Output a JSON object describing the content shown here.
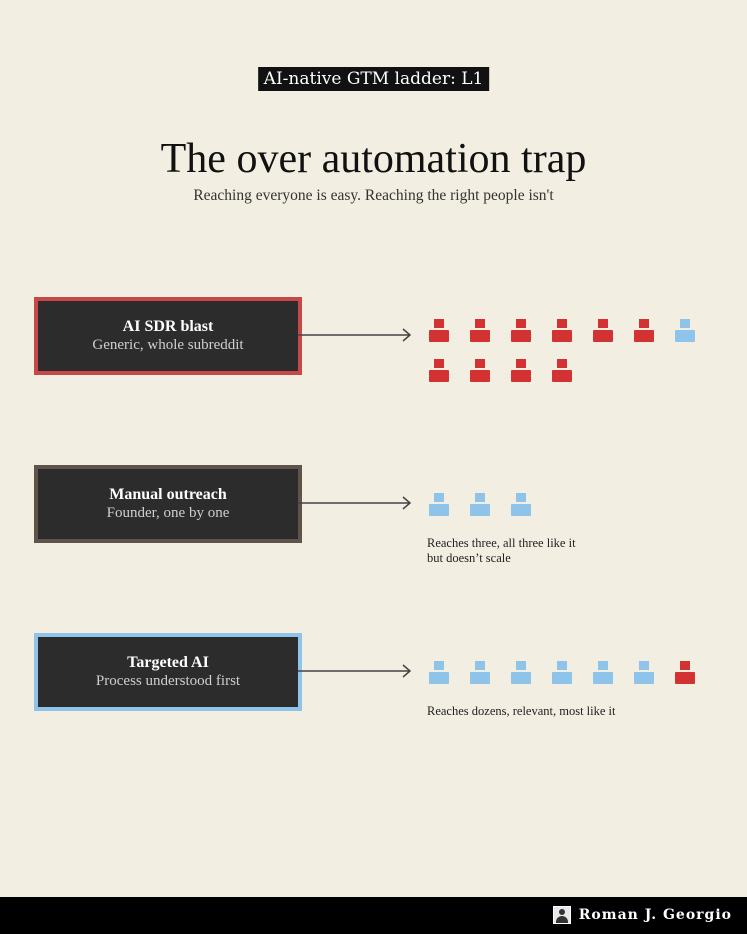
{
  "header": {
    "tag": "AI-native GTM ladder: L1",
    "title": "The over automation trap",
    "subtitle": "Reaching everyone is easy. Reaching the right people isn't"
  },
  "colors": {
    "background": "#f2eee2",
    "box_fill": "#2c2c2c",
    "red": "#d23232",
    "blue": "#8ec4ea",
    "border_red": "#c84848",
    "border_brown": "#5e544a",
    "border_blue": "#8ec4ea"
  },
  "rows": [
    {
      "title": "AI SDR blast",
      "description": "Generic, whole subreddit",
      "border_color": "#c84848",
      "people": [
        "red",
        "red",
        "red",
        "red",
        "red",
        "red",
        "blue",
        "red",
        "red",
        "red",
        "red"
      ],
      "note": [
        "",
        ""
      ]
    },
    {
      "title": "Manual outreach",
      "description": "Founder, one by one",
      "border_color": "#5e544a",
      "people": [
        "blue",
        "blue",
        "blue"
      ],
      "note": [
        "Reaches three, all three like it",
        "but doesn’t scale"
      ]
    },
    {
      "title": "Targeted AI",
      "description": "Process understood first",
      "border_color": "#8ec4ea",
      "people": [
        "blue",
        "blue",
        "blue",
        "blue",
        "blue",
        "blue",
        "red"
      ],
      "note": [
        "Reaches dozens, relevant, most like it",
        ""
      ]
    }
  ],
  "footer": {
    "author": "Roman J. Georgio",
    "avatar_icon": "avatar-icon"
  }
}
